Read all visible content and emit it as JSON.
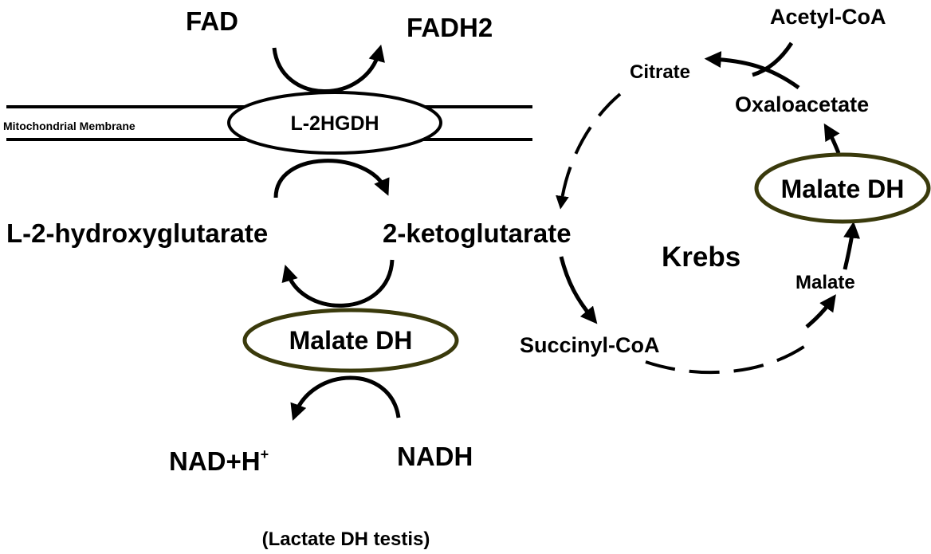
{
  "colors": {
    "black": "#000000",
    "olive": "#3a3a0c",
    "enzyme_red": "#ff0000"
  },
  "labels": {
    "fad": "FAD",
    "fadh2": "FADH2",
    "membrane": "Mitochondrial Membrane",
    "l2hgdh": "L-2HGDH",
    "l2hg": "L-2-hydroxyglutarate",
    "ketoglutarate": "2-ketoglutarate",
    "malate_dh_left": "Malate DH",
    "nad": "NAD+H",
    "nad_sup": "+",
    "nadh": "NADH",
    "lactate_note": "(Lactate DH testis)",
    "acetyl_coa": "Acetyl-CoA",
    "citrate": "Citrate",
    "oxaloacetate": "Oxaloacetate",
    "malate_dh_right": "Malate DH",
    "malate": "Malate",
    "krebs": "Krebs",
    "succinyl_coa": "Succinyl-CoA"
  }
}
